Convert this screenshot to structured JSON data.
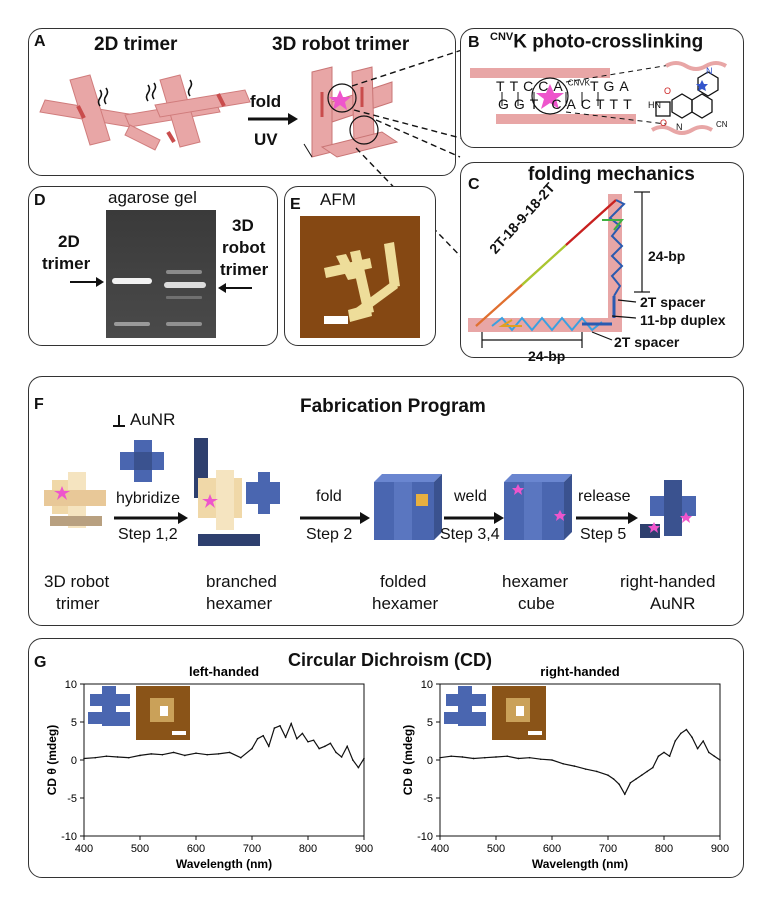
{
  "panelA": {
    "label": "A",
    "title_2d": "2D trimer",
    "title_3d": "3D robot trimer",
    "arrow_top": "fold",
    "arrow_bottom": "UV"
  },
  "panelB": {
    "label": "B",
    "title_sup": "CNV",
    "title_rest": "K photo-crosslinking",
    "top_strand": [
      "T",
      "T",
      "C",
      "C",
      "A",
      "CNVK",
      "T",
      "G",
      "A"
    ],
    "bottom_strand": [
      "G",
      "G",
      "T",
      "C",
      "A",
      "C",
      "T",
      "T",
      "T"
    ],
    "chem_labels": [
      "N",
      "HN",
      "O",
      "O",
      "N",
      "CN"
    ]
  },
  "panelC": {
    "label": "C",
    "title": "folding mechanics",
    "diag_label": "2T-18-9-18-2T",
    "bp_vertical": "24-bp",
    "bp_horizontal": "24-bp",
    "spacer_top": "2T spacer",
    "duplex": "11-bp duplex",
    "spacer_bottom": "2T spacer"
  },
  "panelD": {
    "label": "D",
    "title": "agarose gel",
    "left_label_1": "2D",
    "left_label_2": "trimer",
    "right_label_1": "3D",
    "right_label_2": "robot",
    "right_label_3": "trimer"
  },
  "panelE": {
    "label": "E",
    "title": "AFM"
  },
  "panelF": {
    "label": "F",
    "title": "Fabrication Program",
    "aunr_label": "AuNR",
    "steps": [
      {
        "top": "hybridize",
        "bottom": "Step 1,2"
      },
      {
        "top": "fold",
        "bottom": "Step 2"
      },
      {
        "top": "weld",
        "bottom": "Step 3,4"
      },
      {
        "top": "release",
        "bottom": "Step 5"
      }
    ],
    "stages": [
      {
        "line1": "3D robot",
        "line2": "trimer"
      },
      {
        "line1": "branched",
        "line2": "hexamer"
      },
      {
        "line1": "folded",
        "line2": "hexamer"
      },
      {
        "line1": "hexamer",
        "line2": "cube"
      },
      {
        "line1": "right-handed",
        "line2": "AuNR"
      }
    ]
  },
  "panelG": {
    "label": "G",
    "title": "Circular Dichroism (CD)",
    "colors": {
      "trace": "#111111",
      "cube": "#4a66b0",
      "afm": "#8a5418"
    }
  },
  "chart_data": [
    {
      "type": "line",
      "title": "left-handed",
      "xlabel": "Wavelength (nm)",
      "ylabel": "CD θ (mdeg)",
      "xlim": [
        400,
        900
      ],
      "ylim": [
        -10,
        10
      ],
      "xticks": [
        400,
        500,
        600,
        700,
        800,
        900
      ],
      "yticks": [
        10,
        5,
        0,
        -5,
        -10
      ],
      "grid": false,
      "x": [
        400,
        420,
        440,
        460,
        480,
        500,
        520,
        540,
        560,
        580,
        600,
        620,
        640,
        660,
        680,
        700,
        710,
        720,
        730,
        740,
        750,
        760,
        770,
        780,
        790,
        800,
        810,
        820,
        830,
        840,
        850,
        860,
        870,
        880,
        890,
        900
      ],
      "y": [
        0.2,
        0.3,
        0.5,
        0.4,
        0.3,
        0.6,
        0.8,
        0.7,
        1.0,
        0.6,
        0.9,
        0.7,
        0.8,
        1.0,
        0.3,
        1.5,
        2.8,
        3.2,
        1.8,
        4.2,
        4.5,
        3.0,
        4.8,
        2.8,
        3.5,
        2.4,
        2.6,
        1.5,
        1.8,
        2.2,
        1.0,
        0.4,
        1.8,
        0.0,
        -1.0,
        0.2
      ]
    },
    {
      "type": "line",
      "title": "right-handed",
      "xlabel": "Wavelength (nm)",
      "ylabel": "CD θ (mdeg)",
      "xlim": [
        400,
        900
      ],
      "ylim": [
        -10,
        10
      ],
      "xticks": [
        400,
        500,
        600,
        700,
        800,
        900
      ],
      "yticks": [
        10,
        5,
        0,
        -5,
        -10
      ],
      "grid": false,
      "x": [
        400,
        420,
        440,
        460,
        480,
        500,
        520,
        540,
        560,
        580,
        600,
        620,
        640,
        660,
        680,
        700,
        710,
        720,
        730,
        740,
        750,
        760,
        770,
        780,
        790,
        800,
        810,
        820,
        830,
        840,
        850,
        860,
        870,
        880,
        890,
        900
      ],
      "y": [
        0.3,
        0.5,
        0.4,
        0.2,
        0.3,
        0.4,
        0.5,
        0.2,
        0.3,
        0.1,
        0.0,
        -0.5,
        -0.8,
        -1.2,
        -1.5,
        -2.0,
        -2.5,
        -3.2,
        -4.5,
        -3.0,
        -2.5,
        -2.0,
        -1.5,
        -1.0,
        0.5,
        1.0,
        0.5,
        2.5,
        3.5,
        4.0,
        3.0,
        1.5,
        2.5,
        1.0,
        0.5,
        0.0
      ]
    }
  ]
}
